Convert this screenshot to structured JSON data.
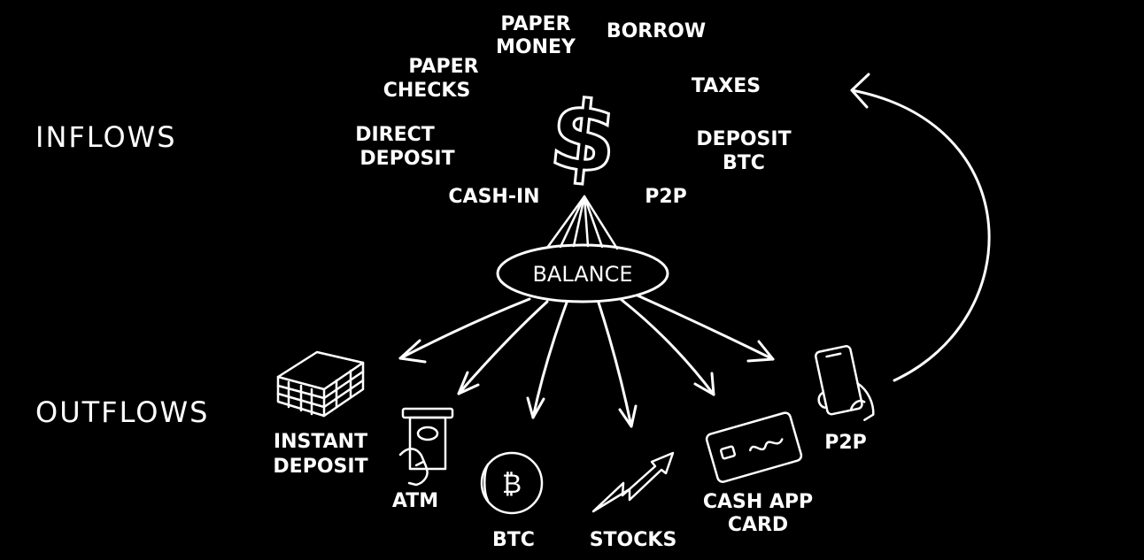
{
  "sections": {
    "inflows": "INFLOWS",
    "outflows": "OUTFLOWS"
  },
  "center": {
    "label": "BALANCE",
    "symbol": "$"
  },
  "inflow_items": {
    "paper_money": [
      "PAPER",
      "MONEY"
    ],
    "borrow": "BORROW",
    "paper_checks": [
      "PAPER",
      "CHECKS"
    ],
    "taxes": "TAXES",
    "direct_deposit": [
      "DIRECT",
      "DEPOSIT"
    ],
    "deposit_btc": [
      "DEPOSIT",
      "BTC"
    ],
    "cash_in": "CASH-IN",
    "p2p": "P2P"
  },
  "outflow_items": {
    "instant_deposit": [
      "INSTANT",
      "DEPOSIT"
    ],
    "atm": "ATM",
    "btc": "BTC",
    "stocks": "STOCKS",
    "cash_app_card": [
      "CASH APP",
      "CARD"
    ],
    "p2p": "P2P"
  },
  "icons": [
    "money-stack-icon",
    "atm-withdraw-icon",
    "bitcoin-coin-icon",
    "stocks-up-arrow-icon",
    "payment-card-icon",
    "phone-in-hand-icon"
  ],
  "colors": {
    "background": "#000000",
    "foreground": "#ffffff"
  }
}
